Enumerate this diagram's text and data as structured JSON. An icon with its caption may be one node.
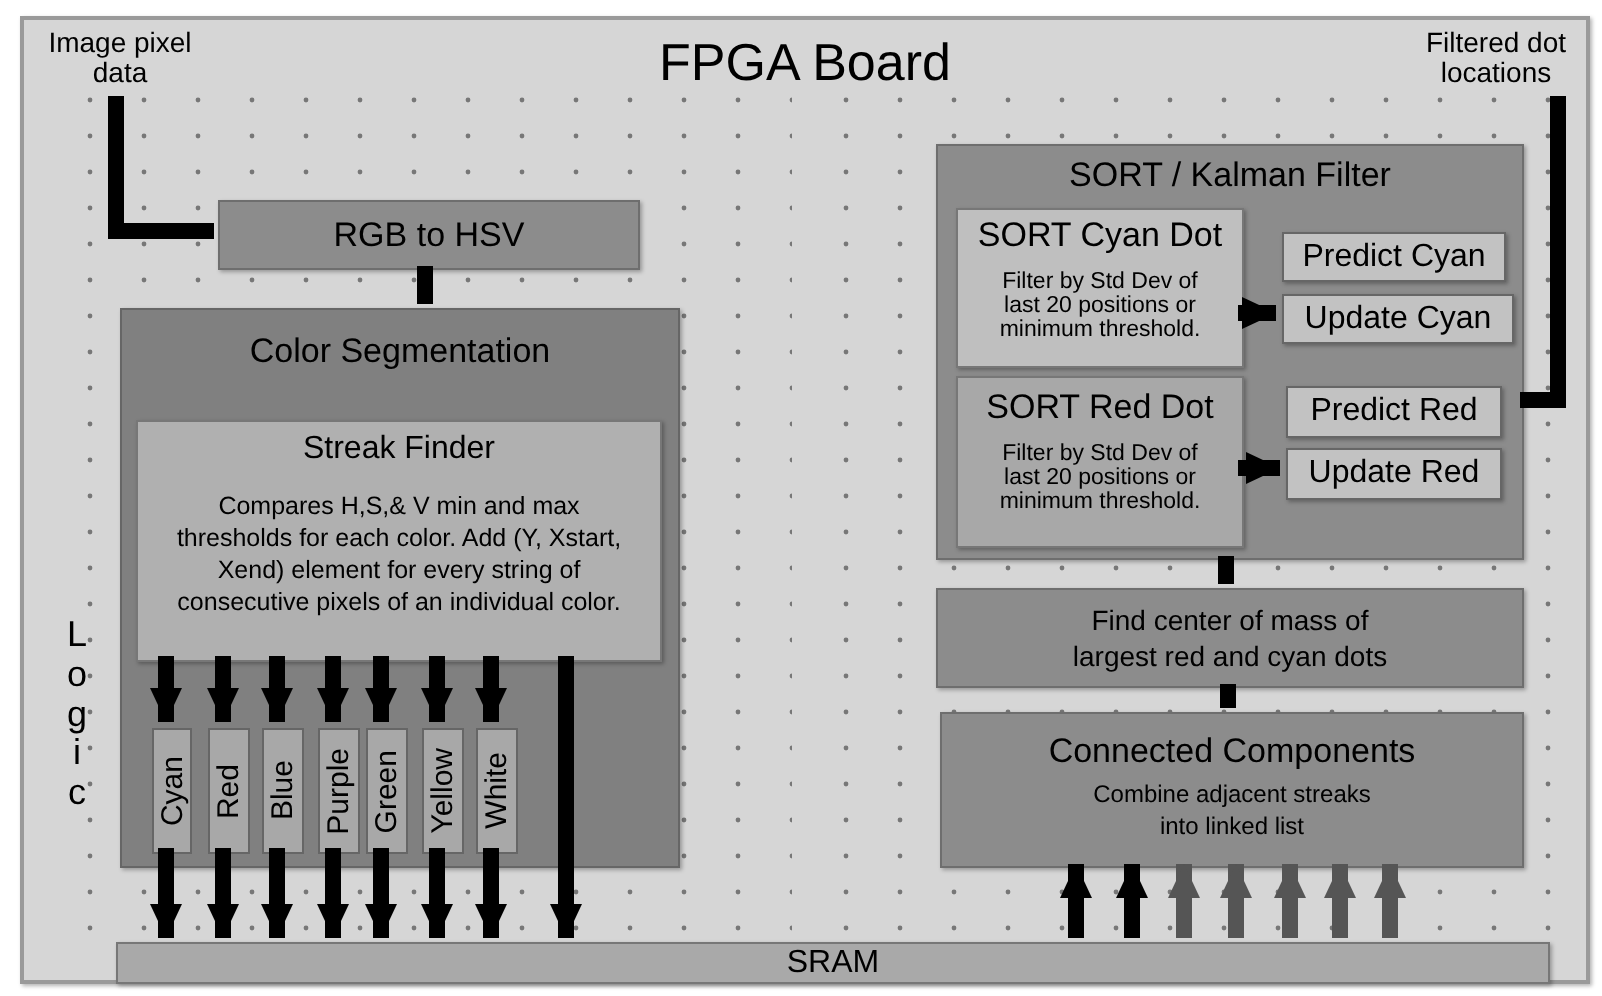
{
  "diagram": {
    "nodes": [
      {
        "text": [
          "FPGA Board"
        ]
      },
      {
        "text": [
          "Image pixel data"
        ],
        "in": 0
      },
      {
        "text": [
          "Filtered dot locations"
        ],
        "in": 0
      },
      {
        "text": [
          "RGB to HSV"
        ],
        "in": 0
      },
      {
        "text": [
          "Color Segmentation"
        ],
        "in": 0
      },
      {
        "text": [
          "Streak Finder",
          "Compares H,S,& V min and max thresholds for each color.  Add (Y, Xstart, Xend) element for every string of consecutive pixels of an individual color."
        ],
        "in": 4
      },
      {
        "text": [
          "Cyan"
        ],
        "in": 4
      },
      {
        "text": [
          "Red"
        ],
        "in": 4
      },
      {
        "text": [
          "Blue"
        ],
        "in": 4
      },
      {
        "text": [
          "Purple"
        ],
        "in": 4
      },
      {
        "text": [
          "Green"
        ],
        "in": 4
      },
      {
        "text": [
          "Yellow"
        ],
        "in": 4
      },
      {
        "text": [
          "White"
        ],
        "in": 4
      },
      {
        "text": [
          "SRAM"
        ],
        "in": 0
      },
      {
        "text": [
          "SORT / Kalman Filter"
        ],
        "in": 0
      },
      {
        "text": [
          "SORT Cyan Dot",
          "Filter by Std Dev of last 20 positions or minimum threshold."
        ],
        "in": 14
      },
      {
        "text": [
          "Predict Cyan"
        ],
        "in": 14
      },
      {
        "text": [
          "Update Cyan"
        ],
        "in": 14
      },
      {
        "text": [
          "SORT Red Dot",
          "Filter by Std Dev of last 20 positions or minimum threshold."
        ],
        "in": 14
      },
      {
        "text": [
          "Predict Red"
        ],
        "in": 14
      },
      {
        "text": [
          "Update Red"
        ],
        "in": 14
      },
      {
        "text": [
          "Find center of mass of largest red and cyan dots"
        ],
        "in": 0
      },
      {
        "text": [
          "Connected Components",
          "Combine adjacent streaks into linked list"
        ],
        "in": 0
      }
    ],
    "edges": [
      {
        "from": 1,
        "to": 3,
        "arrow": "none"
      },
      {
        "from": 3,
        "to": 4,
        "arrow": "none"
      },
      {
        "from": 5,
        "to": 6,
        "arrow": "to"
      },
      {
        "from": 5,
        "to": 7,
        "arrow": "to"
      },
      {
        "from": 5,
        "to": 8,
        "arrow": "to"
      },
      {
        "from": 5,
        "to": 9,
        "arrow": "to"
      },
      {
        "from": 5,
        "to": 10,
        "arrow": "to"
      },
      {
        "from": 5,
        "to": 11,
        "arrow": "to"
      },
      {
        "from": 5,
        "to": 12,
        "arrow": "to"
      },
      {
        "from": 6,
        "to": 13,
        "arrow": "to"
      },
      {
        "from": 7,
        "to": 13,
        "arrow": "to"
      },
      {
        "from": 8,
        "to": 13,
        "arrow": "to"
      },
      {
        "from": 9,
        "to": 13,
        "arrow": "to"
      },
      {
        "from": 10,
        "to": 13,
        "arrow": "to"
      },
      {
        "from": 11,
        "to": 13,
        "arrow": "to"
      },
      {
        "from": 12,
        "to": 13,
        "arrow": "to"
      },
      {
        "from": 5,
        "to": 13,
        "arrow": "to"
      },
      {
        "from": 13,
        "to": 22,
        "arrow": "to"
      },
      {
        "from": 13,
        "to": 22,
        "arrow": "to"
      },
      {
        "from": 13,
        "to": 22,
        "arrow": "to",
        "color": "#555555"
      },
      {
        "from": 13,
        "to": 22,
        "arrow": "to",
        "color": "#555555"
      },
      {
        "from": 13,
        "to": 22,
        "arrow": "to",
        "color": "#555555"
      },
      {
        "from": 13,
        "to": 22,
        "arrow": "to",
        "color": "#555555"
      },
      {
        "from": 13,
        "to": 22,
        "arrow": "to",
        "color": "#555555"
      },
      {
        "from": 15,
        "to": 17,
        "arrow": "to"
      },
      {
        "from": 18,
        "to": 20,
        "arrow": "to"
      },
      {
        "from": 14,
        "to": 21,
        "arrow": "none"
      },
      {
        "from": 21,
        "to": 22,
        "arrow": "none"
      },
      {
        "from": 14,
        "to": 2,
        "arrow": "none"
      }
    ],
    "labels": [
      "Logic"
    ]
  }
}
